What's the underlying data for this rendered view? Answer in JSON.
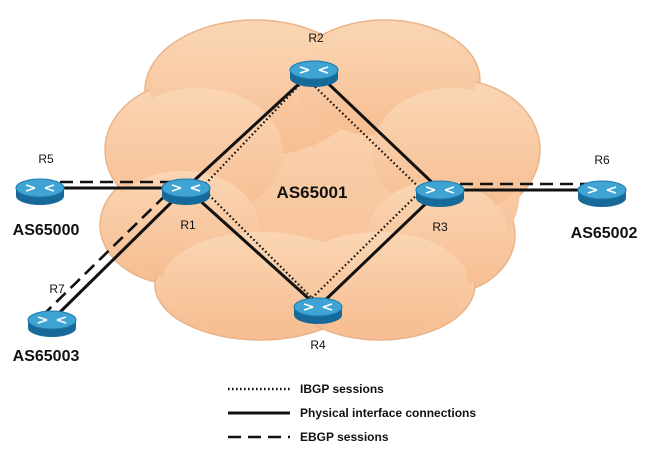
{
  "diagram": {
    "cloud_label": "AS65001",
    "colors": {
      "cloud_fill": "#f9cba4",
      "cloud_stroke": "#eab48a",
      "router_body": "#1f86b8",
      "router_top": "#4fb3de",
      "link": "#111111"
    },
    "routers": [
      {
        "id": "R1",
        "label": "R1",
        "icon": "router-icon"
      },
      {
        "id": "R2",
        "label": "R2",
        "icon": "router-icon"
      },
      {
        "id": "R3",
        "label": "R3",
        "icon": "router-icon"
      },
      {
        "id": "R4",
        "label": "R4",
        "icon": "router-icon"
      },
      {
        "id": "R5",
        "label": "R5",
        "icon": "router-icon"
      },
      {
        "id": "R6",
        "label": "R6",
        "icon": "router-icon"
      },
      {
        "id": "R7",
        "label": "R7",
        "icon": "router-icon"
      }
    ],
    "as_labels": {
      "r5": "AS65000",
      "r6": "AS65002",
      "r7": "AS65003"
    },
    "legend": {
      "ibgp": "IBGP sessions",
      "physical": "Physical interface connections",
      "ebgp": "EBGP sessions"
    }
  }
}
